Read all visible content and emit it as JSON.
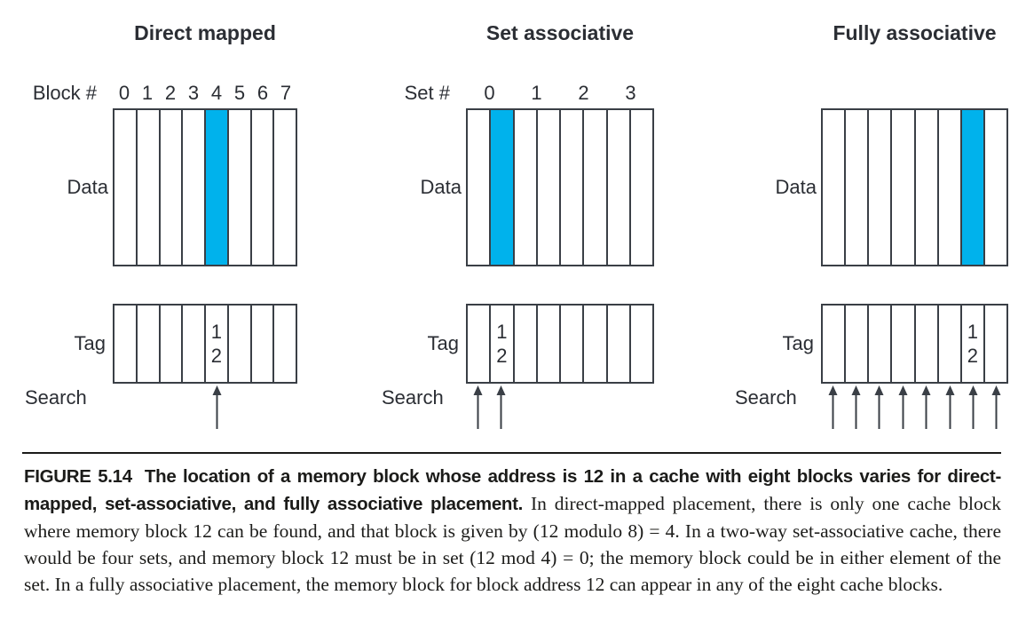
{
  "figure": {
    "colors": {
      "highlight": "#00b2ec",
      "line": "#3a3f46",
      "text": "#2b2e34"
    },
    "panels": [
      {
        "title": "Direct mapped",
        "index_label": "Block #",
        "index_values": [
          "0",
          "1",
          "2",
          "3",
          "4",
          "5",
          "6",
          "7"
        ],
        "data_label": "Data",
        "num_blocks": 8,
        "highlight_block": 4,
        "tag_label": "Tag",
        "tag_block": 4,
        "tag_value_lines": [
          "1",
          "2"
        ],
        "search_label": "Search",
        "search_arrows": [
          4
        ]
      },
      {
        "title": "Set associative",
        "index_label": "Set #",
        "index_values": [
          "0",
          "1",
          "2",
          "3"
        ],
        "data_label": "Data",
        "num_blocks": 8,
        "highlight_block": 1,
        "tag_label": "Tag",
        "tag_block": 1,
        "tag_value_lines": [
          "1",
          "2"
        ],
        "search_label": "Search",
        "search_arrows": [
          0,
          1
        ]
      },
      {
        "title": "Fully associative",
        "index_label": "",
        "index_values": [],
        "data_label": "Data",
        "num_blocks": 8,
        "highlight_block": 6,
        "tag_label": "Tag",
        "tag_block": 6,
        "tag_value_lines": [
          "1",
          "2"
        ],
        "search_label": "Search",
        "search_arrows": [
          0,
          1,
          2,
          3,
          4,
          5,
          6,
          7
        ]
      }
    ],
    "caption": {
      "label": "FIGURE 5.14",
      "bold_text": "The location of a memory block whose address is 12 in a cache with eight blocks varies for direct-mapped, set-associative, and fully associative placement.",
      "body_text": "In direct-mapped placement, there is only one cache block where memory block 12 can be found, and that block is given by (12 modulo 8) = 4. In a two-way set-associative cache, there would be four sets, and memory block 12 must be in set (12 mod 4) = 0; the memory block could be in either element of the set. In a fully associative placement, the memory block for block address 12 can appear in any of the eight cache blocks."
    }
  }
}
